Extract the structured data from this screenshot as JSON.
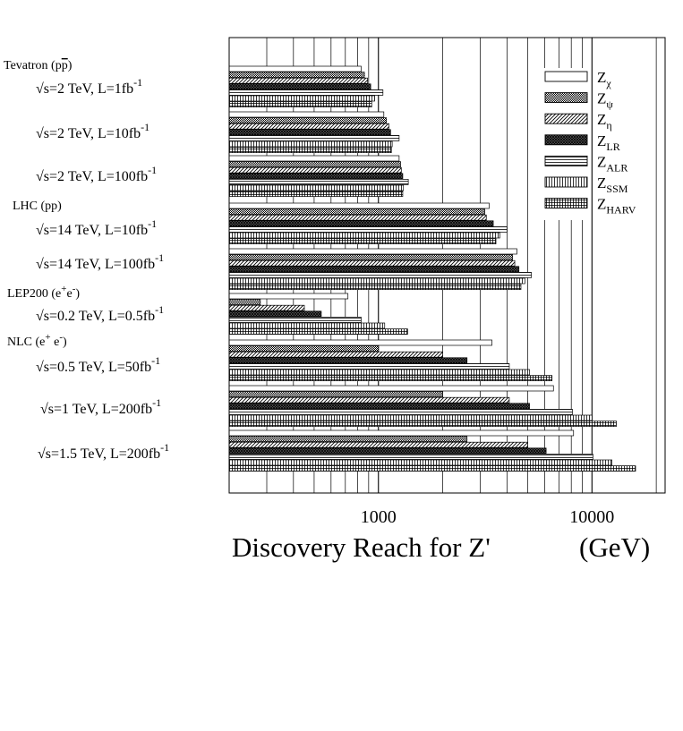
{
  "chart_data": {
    "type": "bar",
    "orientation": "horizontal",
    "xscale": "log",
    "xlim": [
      200,
      22000
    ],
    "grid": true,
    "legend_position": "top-right",
    "xlabel": "Discovery Reach for Z'",
    "xunit": "(GeV)",
    "xticks": [
      {
        "value": 1000,
        "label": "1000"
      },
      {
        "value": 10000,
        "label": "10000"
      }
    ],
    "series": [
      {
        "name": "Z",
        "sub": "χ",
        "pattern": "pat-blank"
      },
      {
        "name": "Z",
        "sub": "ψ",
        "pattern": "pat-dense"
      },
      {
        "name": "Z",
        "sub": "η",
        "pattern": "pat-diag"
      },
      {
        "name": "Z",
        "sub": "LR",
        "pattern": "pat-cross"
      },
      {
        "name": "Z",
        "sub": "ALR",
        "pattern": "pat-horiz"
      },
      {
        "name": "Z",
        "sub": "SSM",
        "pattern": "pat-vert"
      },
      {
        "name": "Z",
        "sub": "HARV",
        "pattern": "pat-grid"
      }
    ],
    "groups": [
      {
        "machine": {
          "name": "Tevatron (p",
          "bar": "p",
          "close": ")"
        },
        "label": {
          "pre": "√s=2 TeV, L=1fb",
          "sup": "-1"
        },
        "values": [
          830,
          860,
          890,
          920,
          1050,
          960,
          930
        ]
      },
      {
        "label": {
          "pre": "√s=2 TeV, L=10fb",
          "sup": "-1"
        },
        "values": [
          1060,
          1090,
          1120,
          1140,
          1250,
          1160,
          1150
        ]
      },
      {
        "label": {
          "pre": "√s=2 TeV, L=100fb",
          "sup": "-1"
        },
        "values": [
          1250,
          1270,
          1280,
          1300,
          1380,
          1310,
          1300
        ]
      },
      {
        "machine": {
          "name": "LHC (pp)"
        },
        "label": {
          "pre": "√s=14 TeV, L=10fb",
          "sup": "-1"
        },
        "values": [
          3300,
          3150,
          3200,
          3450,
          4000,
          3700,
          3550
        ]
      },
      {
        "label": {
          "pre": "√s=14 TeV, L=100fb",
          "sup": "-1"
        },
        "values": [
          4450,
          4250,
          4350,
          4550,
          5200,
          4850,
          4650
        ]
      },
      {
        "machine": {
          "name": "LEP200 (e",
          "sup1": "+",
          "mid": "e",
          "sup2": "-",
          "close": ")"
        },
        "label": {
          "pre": "√s=0.2 TeV, L=0.5fb",
          "sup": "-1"
        },
        "values": [
          720,
          280,
          450,
          540,
          830,
          1070,
          1370
        ]
      },
      {
        "machine": {
          "name": "NLC  (e",
          "sup1": "+",
          "mid": " e",
          "sup2": "-",
          "close": ")"
        },
        "label": {
          "pre": "√s=0.5 TeV, L=50fb",
          "sup": "-1"
        },
        "values": [
          3400,
          1000,
          2000,
          2600,
          4100,
          5100,
          6500
        ]
      },
      {
        "label": {
          "pre": "√s=1 TeV, L=200fb",
          "sup": "-1"
        },
        "values": [
          6600,
          2000,
          4100,
          5100,
          8100,
          10000,
          13000
        ]
      },
      {
        "label": {
          "pre": "√s=1.5 TeV, L=200fb",
          "sup": "-1"
        },
        "values": [
          8200,
          2600,
          5000,
          6100,
          10100,
          12400,
          16000
        ]
      }
    ]
  }
}
